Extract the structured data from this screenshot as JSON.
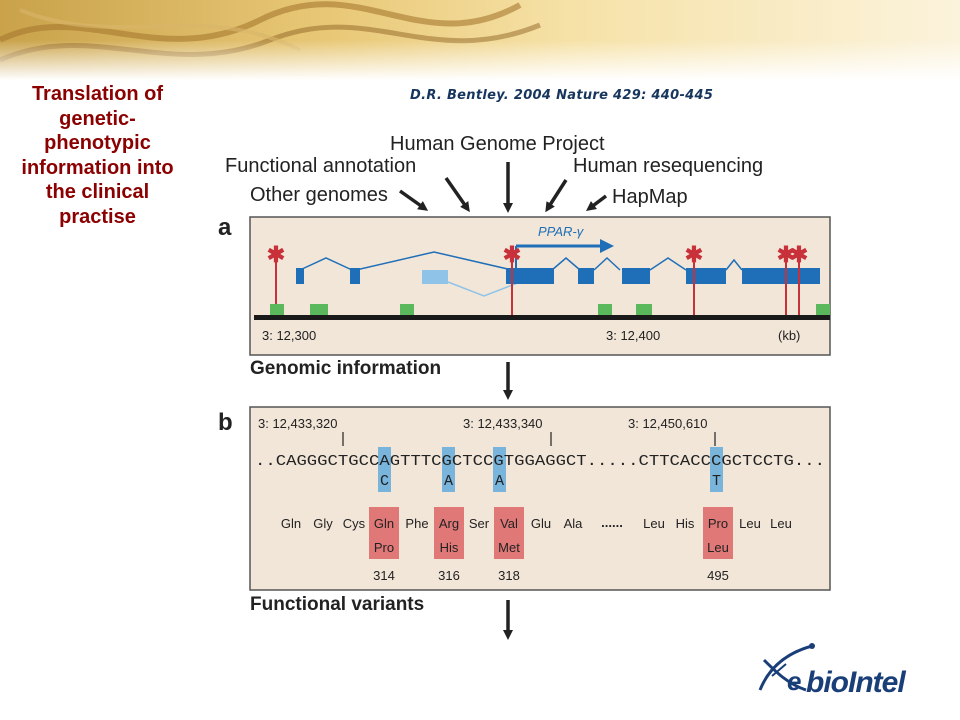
{
  "slide": {
    "title": "Translation of genetic-phenotypic information into the clinical practise",
    "citation": "D.R. Bentley. 2004 Nature 429: 440-445",
    "title_color": "#8b0000",
    "citation_color": "#17365d"
  },
  "figure": {
    "sources": {
      "project": "Human Genome Project",
      "functional": "Functional annotation",
      "resequencing": "Human resequencing",
      "other": "Other genomes",
      "hapmap": "HapMap"
    },
    "panel_a": {
      "letter": "a",
      "gene": "PPAR-γ",
      "coord_left": "3: 12,300",
      "coord_right": "3: 12,400",
      "unit": "(kb)",
      "caption": "Genomic information"
    },
    "panel_b": {
      "letter": "b",
      "coord1": "3: 12,433,320",
      "coord2": "3: 12,433,340",
      "coord3": "3: 12,450,610",
      "seq_part1": "..CAGGGCTGCC",
      "seq_hl1": "A",
      "seq_part2": "GTTTC",
      "seq_hl2": "G",
      "seq_part3": "CTCC",
      "seq_hl3": "G",
      "seq_part4": "TGGAGGCT.....CTTCACC",
      "seq_hl4": "C",
      "seq_part5": "GCTCCTG...",
      "alt1": "C",
      "alt2": "A",
      "alt3": "A",
      "alt4": "T",
      "aa": {
        "gln1": "Gln",
        "gly": "Gly",
        "cys": "Cys",
        "gln2": "Gln",
        "phe": "Phe",
        "arg": "Arg",
        "ser": "Ser",
        "val": "Val",
        "glu": "Glu",
        "ala": "Ala",
        "dots": "......",
        "leu1": "Leu",
        "his1": "His",
        "pro1": "Pro",
        "leu2": "Leu",
        "leu3": "Leu",
        "pro2": "Pro",
        "his2": "His",
        "met": "Met",
        "leu4": "Leu"
      },
      "pos1": "314",
      "pos2": "316",
      "pos3": "318",
      "pos4": "495",
      "caption": "Functional variants"
    },
    "colors": {
      "panel_bg": "#f2e6d8",
      "exon_blue": "#1f6fb8",
      "light_blue": "#8fc3e8",
      "snp_red": "#c8303a",
      "block_green": "#5cb85c",
      "variant_red": "#e07878",
      "variant_blue": "#5aa8dc"
    }
  },
  "logo": {
    "text": "bioIntel",
    "prefix": "e"
  }
}
